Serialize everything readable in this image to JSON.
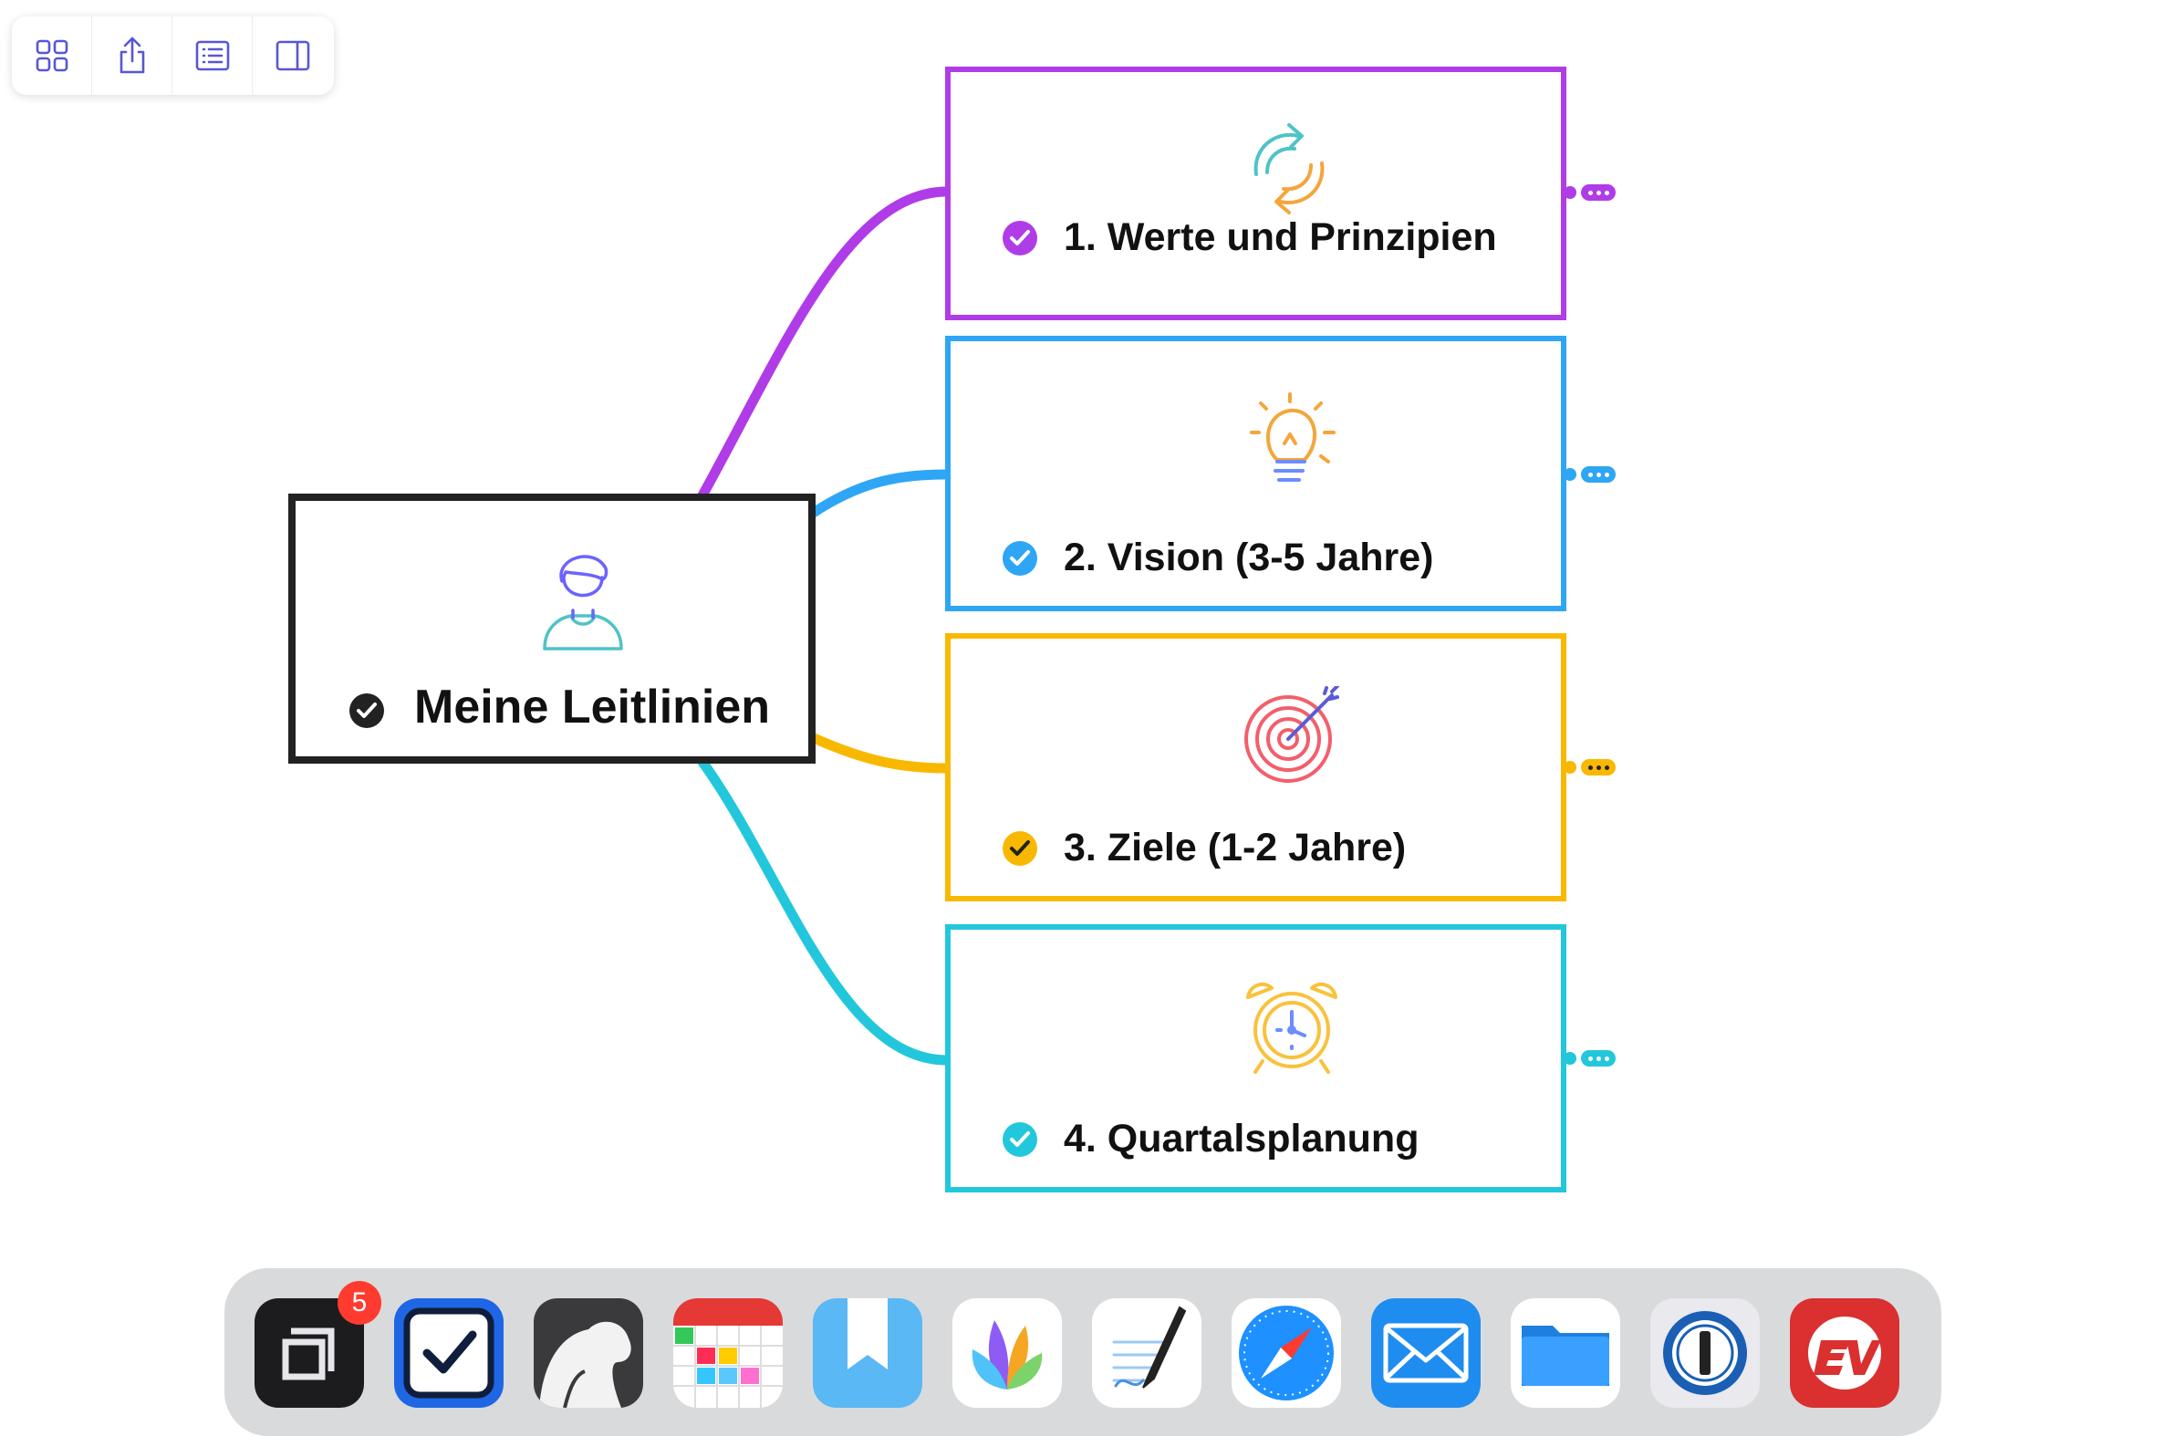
{
  "toolbar": {
    "buttons": [
      {
        "icon": "grid-icon"
      },
      {
        "icon": "share-icon"
      },
      {
        "icon": "outline-list-icon"
      },
      {
        "icon": "sidebar-icon"
      }
    ]
  },
  "mindmap": {
    "root": {
      "title": "Meine Leitlinien",
      "icon": "person-icon",
      "color": "#222222"
    },
    "children": [
      {
        "title": "1. Werte und Prinzipien",
        "icon": "refresh-cycle-icon",
        "color": "#b03ce8"
      },
      {
        "title": "2. Vision (3-5 Jahre)",
        "icon": "lightbulb-icon",
        "color": "#2fa6f5"
      },
      {
        "title": "3. Ziele (1-2 Jahre)",
        "icon": "target-icon",
        "color": "#f9b800"
      },
      {
        "title": "4. Quartalsplanung",
        "icon": "alarm-clock-icon",
        "color": "#23c7dc"
      }
    ]
  },
  "dock": {
    "apps": [
      {
        "name": "Screens app",
        "icon": "screens-app-icon"
      },
      {
        "name": "OmniFocus-style tasks",
        "icon": "tasks-app-icon"
      },
      {
        "name": "Bear",
        "icon": "bear-app-icon"
      },
      {
        "name": "Fantastical",
        "icon": "calendar-app-icon"
      },
      {
        "name": "Bookmarks",
        "icon": "bookmark-app-icon"
      },
      {
        "name": "MindNode",
        "icon": "mindnode-app-icon"
      },
      {
        "name": "Notes",
        "icon": "notes-app-icon"
      },
      {
        "name": "Safari",
        "icon": "safari-app-icon"
      },
      {
        "name": "Mail",
        "icon": "mail-app-icon"
      },
      {
        "name": "Files",
        "icon": "files-app-icon"
      },
      {
        "name": "1Password",
        "icon": "1password-app-icon"
      },
      {
        "name": "ExpressVPN",
        "icon": "expressvpn-app-icon"
      }
    ],
    "badge_count": "5"
  }
}
